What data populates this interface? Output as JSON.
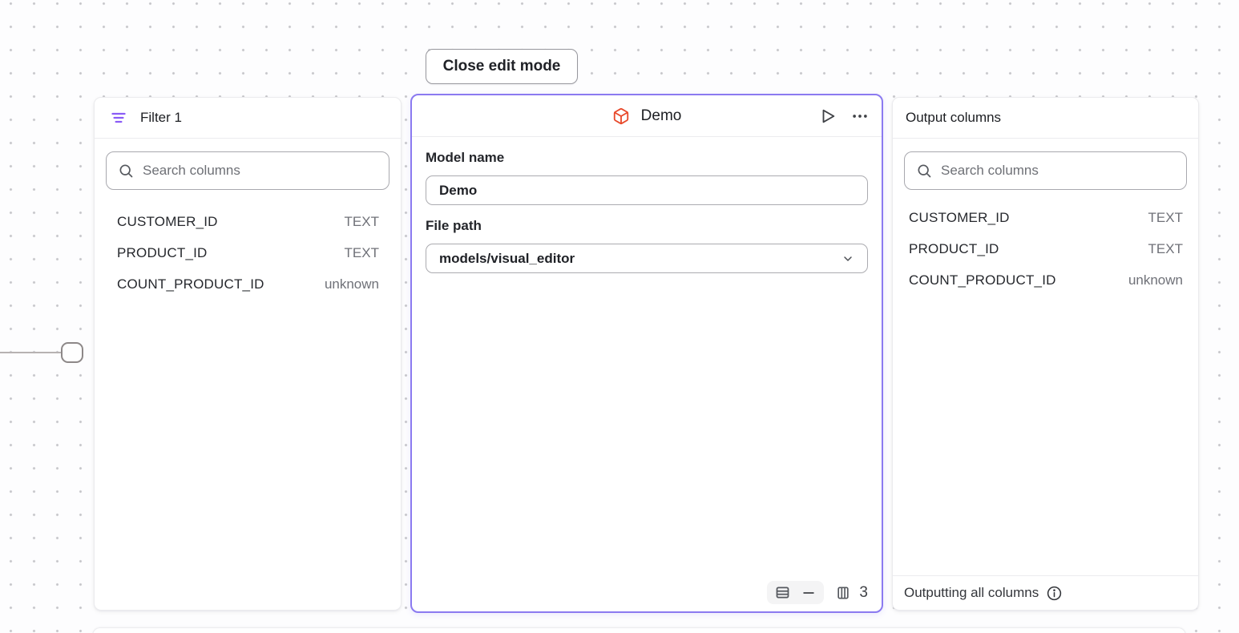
{
  "toolbar": {
    "close_edit_label": "Close edit mode"
  },
  "filter_panel": {
    "title": "Filter 1",
    "search_placeholder": "Search columns",
    "columns": [
      {
        "name": "CUSTOMER_ID",
        "type": "TEXT"
      },
      {
        "name": "PRODUCT_ID",
        "type": "TEXT"
      },
      {
        "name": "COUNT_PRODUCT_ID",
        "type": "unknown"
      }
    ]
  },
  "model_panel": {
    "title": "Demo",
    "model_name": {
      "label": "Model name",
      "value": "Demo"
    },
    "file_path": {
      "label": "File path",
      "value": "models/visual_editor"
    },
    "column_count": "3"
  },
  "output_panel": {
    "title": "Output columns",
    "search_placeholder": "Search columns",
    "columns": [
      {
        "name": "CUSTOMER_ID",
        "type": "TEXT"
      },
      {
        "name": "PRODUCT_ID",
        "type": "TEXT"
      },
      {
        "name": "COUNT_PRODUCT_ID",
        "type": "unknown"
      }
    ],
    "footer_text": "Outputting all columns"
  },
  "colors": {
    "selected_node_border": "#8b7af0",
    "filter_icon": "#8b5cf6",
    "model_icon": "#e8492b",
    "text_primary": "#202227",
    "text_secondary": "#6f7178"
  }
}
